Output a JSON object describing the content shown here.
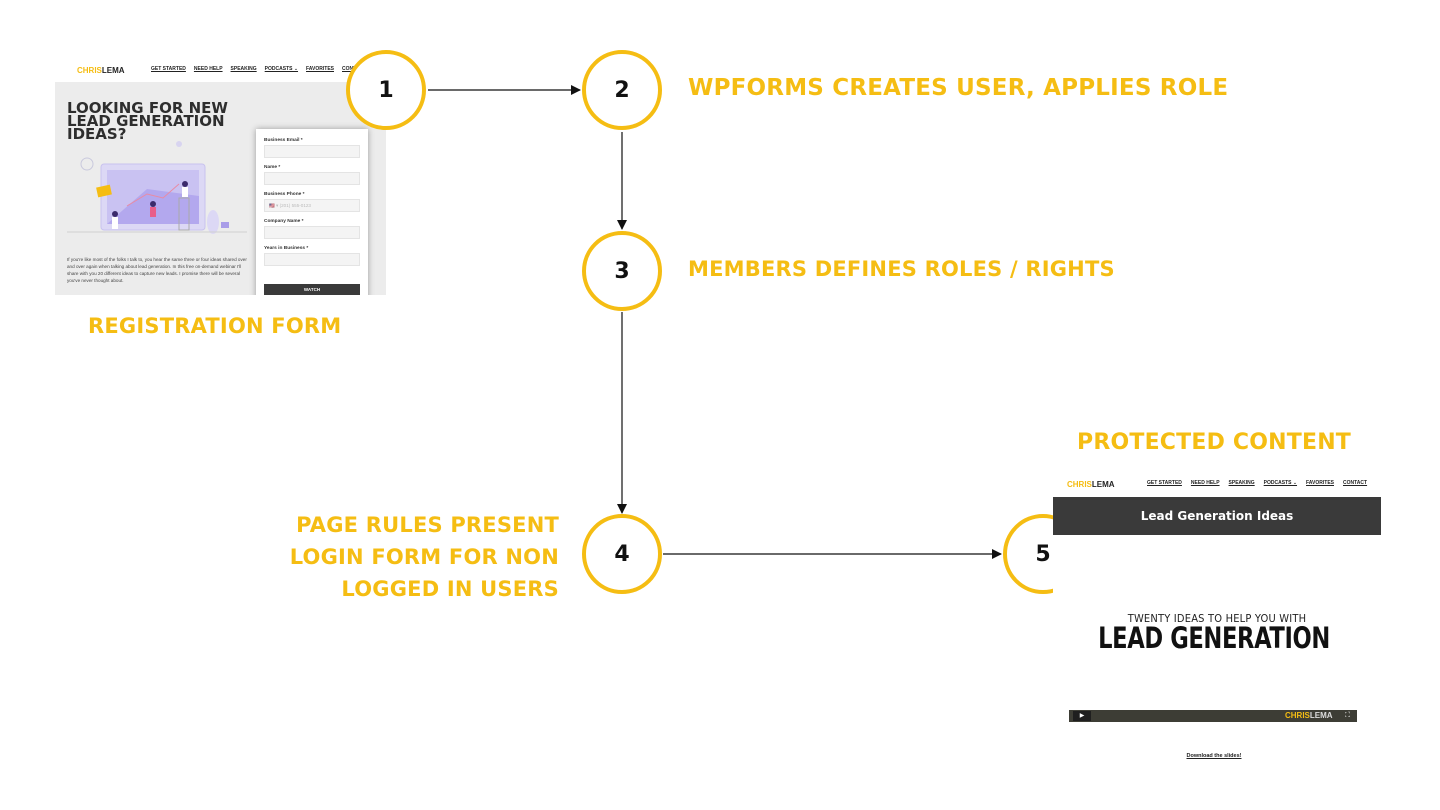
{
  "steps": [
    {
      "num": "1"
    },
    {
      "num": "2",
      "label": "WPFORMS CREATES USER, APPLIES ROLE"
    },
    {
      "num": "3",
      "label": "MEMBERS DEFINES ROLES / RIGHTS"
    },
    {
      "num": "4",
      "label_lines": [
        "PAGE RULES PRESENT",
        "LOGIN FORM FOR NON",
        "LOGGED IN USERS"
      ]
    },
    {
      "num": "5"
    }
  ],
  "captions": {
    "registration": "REGISTRATION FORM",
    "protected": "PROTECTED CONTENT"
  },
  "colors": {
    "accent": "#F5BD13",
    "dark": "#3a3a3a"
  },
  "registration_page": {
    "logo_a": "CHRIS",
    "logo_b": "LEMA",
    "nav": [
      "GET STARTED",
      "NEED HELP",
      "SPEAKING",
      "PODCASTS ⌄",
      "FAVORITES",
      "CONTACT"
    ],
    "hero_title": "LOOKING FOR NEW LEAD GENERATION IDEAS?",
    "hero_text": "If you're like most of the folks I talk to, you hear the same three or four ideas shared over and over again when talking about lead generation. In this free on-demand webinar I'll share with you 20 different ideas to capture new leads. I promise there will be several you've never thought about.",
    "form": {
      "fields": [
        {
          "label": "Business Email *",
          "placeholder": ""
        },
        {
          "label": "Name *",
          "placeholder": ""
        },
        {
          "label": "Business Phone *",
          "placeholder": "🇺🇸 ▾  (201) 555-0123"
        },
        {
          "label": "Company Name *",
          "placeholder": ""
        },
        {
          "label": "Years in Business *",
          "placeholder": ""
        }
      ],
      "button": "WATCH"
    }
  },
  "protected_page": {
    "logo_a": "CHRIS",
    "logo_b": "LEMA",
    "nav": [
      "GET STARTED",
      "NEED HELP",
      "SPEAKING",
      "PODCASTS ⌄",
      "FAVORITES",
      "CONTACT"
    ],
    "banner": "Lead Generation Ideas",
    "subtitle": "TWENTY IDEAS TO HELP YOU WITH",
    "title": "LEAD GENERATION",
    "play_icon": "▶",
    "video_logo_a": "CHRIS",
    "video_logo_b": "LEMA",
    "download_link": "Download the slides!"
  }
}
